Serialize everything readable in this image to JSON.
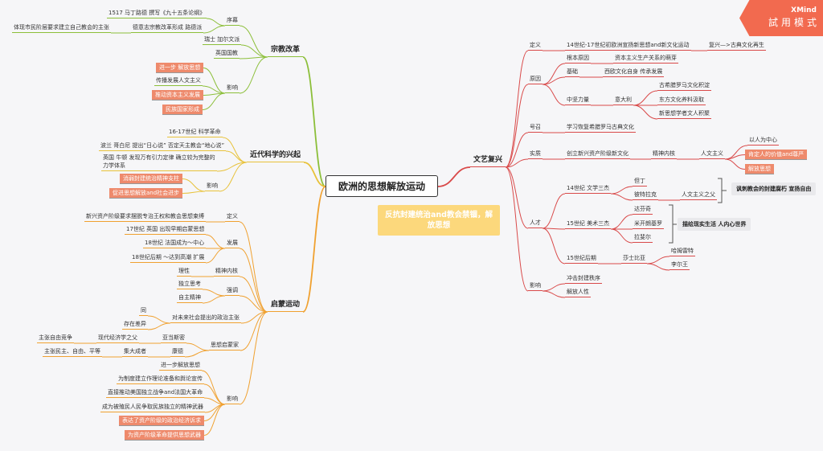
{
  "app": {
    "brand": "XMind",
    "trial": "試用模式"
  },
  "central": {
    "title": "欧洲的思想解放运动",
    "subtitle": "反抗封建统治and教会禁锢，解放思想"
  },
  "reformation": {
    "title": "宗教改革",
    "prelude": "序幕",
    "prelude_items": [
      "1517 马丁路德 撰写《九十五条论纲》",
      "德意志宗教改革形成 路德派"
    ],
    "lutheran_note": "体现市民阶层要求建立自己教会的主张",
    "swiss": "瑞士 加尔文派",
    "england": "英国国教",
    "impact": "影响",
    "impact_items": [
      "进一步 解放思想",
      "传播发展人文主义",
      "推动资本主义发展",
      "民族国家形成"
    ]
  },
  "science": {
    "title": "近代科学的兴起",
    "items": [
      "16-17世纪 科学革命",
      "波兰 哥白尼 提出“日心说” 否定天主教会“地心说”",
      "英国 牛顿 发现万有引力定律 确立较为完整的力学体系"
    ],
    "impact": "影响",
    "impact_items": [
      "消弱封建统治精神支柱",
      "促进思想解放and社会进步"
    ]
  },
  "enlightenment": {
    "title": "启蒙运动",
    "definition": "定义",
    "definition_text": "新兴资产阶级要求摆脱专治王权和教会思想束缚",
    "development": "发展",
    "development_items": [
      "17世纪 英国 出现早期启蒙思想",
      "18世纪 法国成为～中心",
      "18世纪后期 ～达到高潮 扩展"
    ],
    "core": "精神内核",
    "core_item": "理性",
    "emphasis": "强调",
    "emphasis_items": [
      "独立思考",
      "自主精神"
    ],
    "politics": "对未来社会提出的政治主张",
    "politics_items": [
      "同",
      "存在差异"
    ],
    "thinkers": "思想启蒙家",
    "thinker_list": [
      {
        "name": "亚当斯密",
        "title": "现代经济学之父",
        "idea": "主张自由竞争"
      },
      {
        "name": "康德",
        "title": "集大成者",
        "idea": "主张民主、自由、平等"
      }
    ],
    "impact": "影响",
    "impact_items": [
      "进一步解放思想",
      "为制度建立作理论准备和舆论宣传",
      "直接推动美国独立战争and法国大革命",
      "成为被殖民人民争取民族独立的精神武器",
      "表达了资产阶级的政治经济诉求",
      "为资产阶级革命提供思想武器"
    ]
  },
  "renaissance": {
    "title": "文艺复兴",
    "definition": "定义",
    "definition_text": "14世纪-17世纪初欧洲宣扬新思想and新文化运动",
    "definition_note": "复兴—>古典文化再生",
    "causes": "原因",
    "root_label": "根本原因",
    "root_text": "资本主义生产关系的萌芽",
    "basis_label": "基础",
    "basis_text": "西欧文化自身 传承发展",
    "core_label": "中坚力量",
    "core_place": "意大利",
    "core_items": [
      "古希腊罗马文化积淀",
      "东方文化养料汲取",
      "新思想学者文人积聚"
    ],
    "call": "号召",
    "call_text": "学习恢复希腊罗马古典文化",
    "essence": "实质",
    "essence_text": "创立新兴资产阶级新文化",
    "spirit": "精神内核",
    "humanism": "人文主义",
    "humanism_items": [
      "以人为中心",
      "肯定人的价值and尊严",
      "解放思想"
    ],
    "talents": "人才",
    "lit": "14世纪 文学三杰",
    "lit_people": [
      "但丁",
      "彼特拉克"
    ],
    "petrarch_title": "人文主义之父",
    "lit_summary": "讽刺教会的封建腐朽 宣扬自由",
    "art": "15世纪 美术三杰",
    "art_people": [
      "达芬奇",
      "米开朗基罗",
      "拉斐尔"
    ],
    "art_summary": "描绘现实生活 人内心世界",
    "late": "15世纪后期",
    "shakespeare": "莎士比亚",
    "works": [
      "哈姆雷特",
      "李尔王"
    ],
    "impact": "影响",
    "impact_items": [
      "冲击封建秩序",
      "解放人性"
    ]
  },
  "colors": {
    "reformation": "#8cbf3a",
    "science": "#e8c23a",
    "enlightenment": "#f0a130",
    "renaissance": "#d94a4a",
    "highlight": "#ee8a6c",
    "badge": "#f26a4f"
  }
}
